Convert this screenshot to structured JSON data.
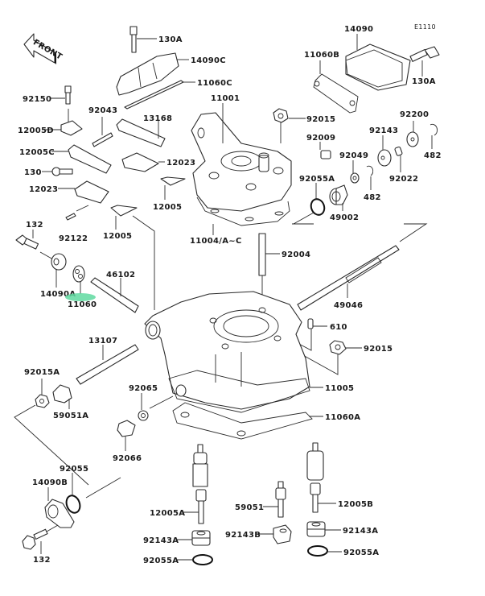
{
  "diagram": {
    "title_code": "E1110",
    "front_arrow_label": "FRONT",
    "highlight_color": "#5fd9a0",
    "highlighted_part": "11060",
    "parts": [
      {
        "id": "130A_top",
        "label": "130A"
      },
      {
        "id": "14090C",
        "label": "14090C"
      },
      {
        "id": "11060C",
        "label": "11060C"
      },
      {
        "id": "92150",
        "label": "92150"
      },
      {
        "id": "92043",
        "label": "92043"
      },
      {
        "id": "12005D",
        "label": "12005D"
      },
      {
        "id": "13168",
        "label": "13168"
      },
      {
        "id": "12005C",
        "label": "12005C"
      },
      {
        "id": "130",
        "label": "130"
      },
      {
        "id": "12023_right",
        "label": "12023"
      },
      {
        "id": "12023_left",
        "label": "12023"
      },
      {
        "id": "12005_right",
        "label": "12005"
      },
      {
        "id": "92122",
        "label": "92122"
      },
      {
        "id": "12005_left",
        "label": "12005"
      },
      {
        "id": "132_top",
        "label": "132"
      },
      {
        "id": "14090A",
        "label": "14090A"
      },
      {
        "id": "11060",
        "label": "11060"
      },
      {
        "id": "46102",
        "label": "46102"
      },
      {
        "id": "11001",
        "label": "11001"
      },
      {
        "id": "11004",
        "label": "11004/A~C"
      },
      {
        "id": "14090",
        "label": "14090"
      },
      {
        "id": "11060B",
        "label": "11060B"
      },
      {
        "id": "130A_right",
        "label": "130A"
      },
      {
        "id": "92015_top",
        "label": "92015"
      },
      {
        "id": "92009",
        "label": "92009"
      },
      {
        "id": "92200",
        "label": "92200"
      },
      {
        "id": "92143",
        "label": "92143"
      },
      {
        "id": "92049",
        "label": "92049"
      },
      {
        "id": "482_right",
        "label": "482"
      },
      {
        "id": "92022",
        "label": "92022"
      },
      {
        "id": "482_left",
        "label": "482"
      },
      {
        "id": "92055A_top",
        "label": "92055A"
      },
      {
        "id": "49002",
        "label": "49002"
      },
      {
        "id": "92004",
        "label": "92004"
      },
      {
        "id": "49046",
        "label": "49046"
      },
      {
        "id": "610",
        "label": "610"
      },
      {
        "id": "92015_mid",
        "label": "92015"
      },
      {
        "id": "11005",
        "label": "11005"
      },
      {
        "id": "11060A",
        "label": "11060A"
      },
      {
        "id": "13107",
        "label": "13107"
      },
      {
        "id": "92015A",
        "label": "92015A"
      },
      {
        "id": "59051A",
        "label": "59051A"
      },
      {
        "id": "92065",
        "label": "92065"
      },
      {
        "id": "92066",
        "label": "92066"
      },
      {
        "id": "92055",
        "label": "92055"
      },
      {
        "id": "14090B",
        "label": "14090B"
      },
      {
        "id": "132_bottom",
        "label": "132"
      },
      {
        "id": "12005A",
        "label": "12005A"
      },
      {
        "id": "92143A_left",
        "label": "92143A"
      },
      {
        "id": "92055A_left",
        "label": "92055A"
      },
      {
        "id": "59051",
        "label": "59051"
      },
      {
        "id": "92143B",
        "label": "92143B"
      },
      {
        "id": "12005B",
        "label": "12005B"
      },
      {
        "id": "92143A_right",
        "label": "92143A"
      },
      {
        "id": "92055A_right",
        "label": "92055A"
      }
    ]
  }
}
